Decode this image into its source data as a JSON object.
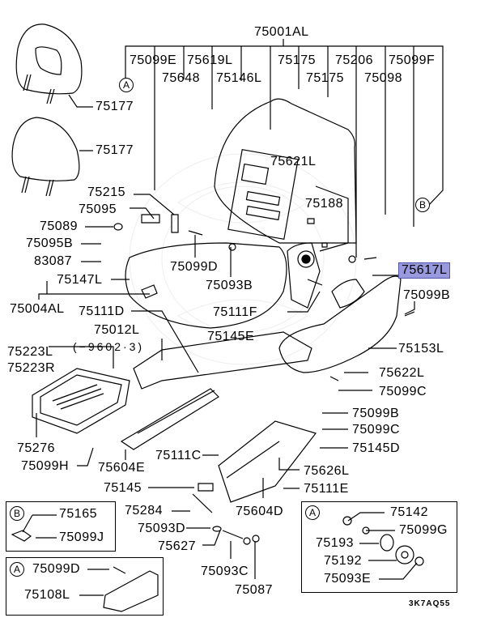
{
  "diagram": {
    "title": "Front seat assembly parts diagram",
    "highlight_color": "#9999dd",
    "figure_code": "3K7AQ55",
    "callouts": {
      "A": "A",
      "B": "B"
    },
    "labels": {
      "p75001AL": "75001AL",
      "p75099E": "75099E",
      "p75619L": "75619L",
      "p75648": "75648",
      "p75146L": "75146L",
      "p75175a": "75175",
      "p75175b": "75175",
      "p75206": "75206",
      "p75098": "75098",
      "p75099F": "75099F",
      "p75177a": "75177",
      "p75177b": "75177",
      "p75621L": "75621L",
      "p75188": "75188",
      "p75215": "75215",
      "p75095": "75095",
      "p75089": "75089",
      "p75095B": "75095B",
      "p83087": "83087",
      "p75099D": "75099D",
      "p75093B": "75093B",
      "p75617L": "75617L",
      "p75099B_r": "75099B",
      "p75147L": "75147L",
      "p75004AL": "75004AL",
      "p75111D": "75111D",
      "p75111F": "75111F",
      "p75012L": "75012L",
      "p75012L_note": "(−9602·3)",
      "p75145E": "75145E",
      "p75153L": "75153L",
      "p75223L": "75223L",
      "p75223R": "75223R",
      "p75622L": "75622L",
      "p75099C_a": "75099C",
      "p75276": "75276",
      "p75099B": "75099B",
      "p75099C_b": "75099C",
      "p75099H": "75099H",
      "p75604E": "75604E",
      "p75145D": "75145D",
      "p75111C": "75111C",
      "p75626L": "75626L",
      "p75145": "75145",
      "p75111E": "75111E",
      "p75284": "75284",
      "p75604D": "75604D",
      "p75093D": "75093D",
      "p75627": "75627",
      "p75093C": "75093C",
      "p75087": "75087"
    },
    "inset_b": {
      "callout": "B",
      "labels": {
        "p75165": "75165",
        "p75099J": "75099J"
      }
    },
    "inset_a_left": {
      "callout": "A",
      "labels": {
        "p75099D": "75099D",
        "p75108L": "75108L"
      }
    },
    "inset_a_right": {
      "callout": "A",
      "labels": {
        "p75142": "75142",
        "p75099G": "75099G",
        "p75193": "75193",
        "p75192": "75192",
        "p75093E": "75093E"
      }
    }
  }
}
